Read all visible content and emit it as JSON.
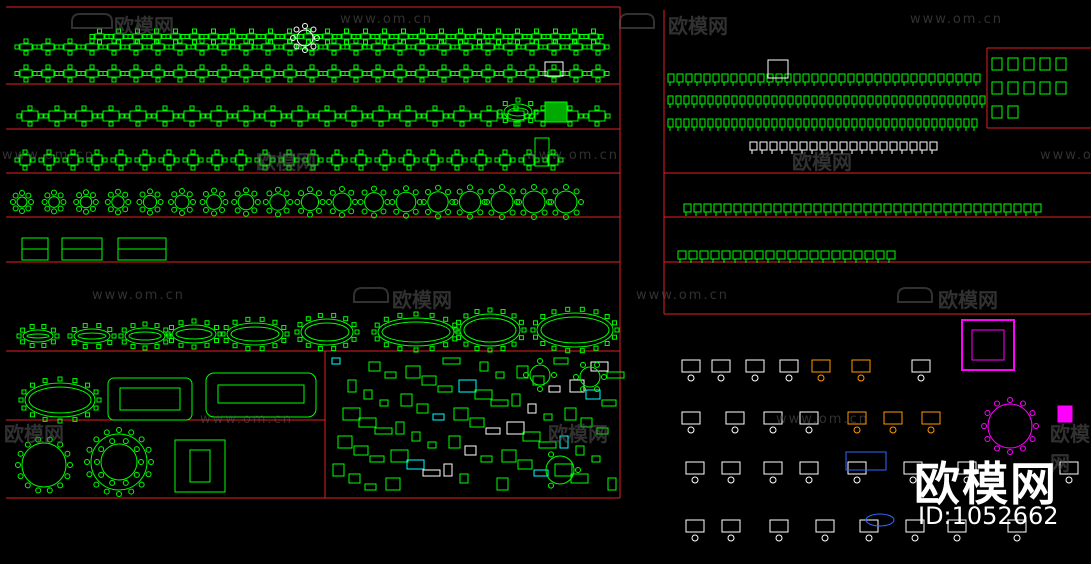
{
  "watermark": {
    "url_text": "www.om.cn",
    "logo_text": "欧模网",
    "id_text": "ID:1052662"
  },
  "colors": {
    "background": "#000000",
    "frame": "#ff2020",
    "furniture_green": "#00ff00",
    "furniture_white": "#ffffff",
    "furniture_orange": "#ff9900",
    "furniture_magenta": "#ff00ff",
    "furniture_cyan": "#00ffff",
    "furniture_blue": "#3366ff",
    "watermark_gray": "#5a5a5a"
  }
}
